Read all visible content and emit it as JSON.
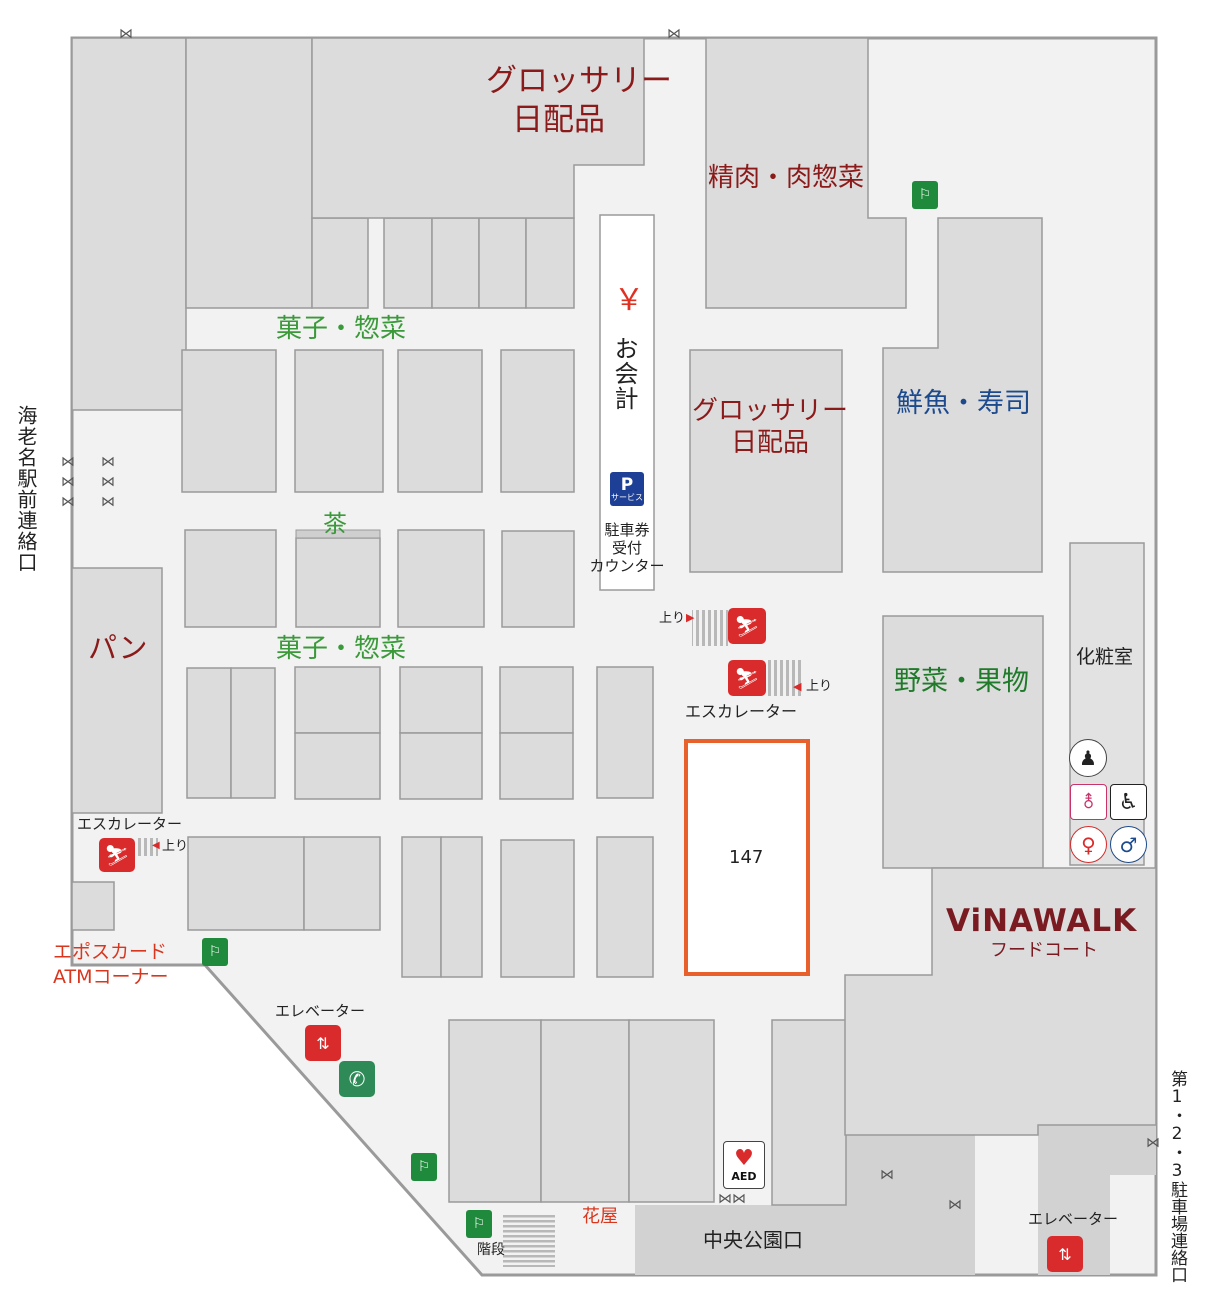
{
  "zones": {
    "grocery_top": [
      "グロッサリー",
      "日配品"
    ],
    "meat": "精肉・肉惣菜",
    "sweets_top": "菓子・惣菜",
    "tea": "茶",
    "sweets_mid": "菓子・惣菜",
    "grocery_mid": [
      "グロッサリー",
      "日配品"
    ],
    "fish": "鮮魚・寿司",
    "bread": "パン",
    "vegetables": "野菜・果物",
    "powder_room": "化粧室",
    "flower": "花屋"
  },
  "checkout": {
    "yen": "￥",
    "label": "お会計",
    "parking_icon": "P",
    "parking_icon_sub": "サービス",
    "parking_lines": [
      "駐車券",
      "受付",
      "カウンター"
    ]
  },
  "escalators": {
    "label": "エスカレーター",
    "up": "上り"
  },
  "elevator_label": "エレベーター",
  "stairs_label": "階段",
  "epos": [
    "エポスカード",
    "ATMコーナー"
  ],
  "vinawalk": {
    "brand": "ViNAWALK",
    "sub": "フードコート"
  },
  "highlight_store": "147",
  "aed": "AED",
  "entrances": {
    "left": "海老名駅前連絡口",
    "right": "第1・2・3駐車場連絡口",
    "bottom": "中央公園口"
  },
  "icons": [
    "exit-icon",
    "escalator-icon",
    "elevator-icon",
    "telephone-icon",
    "aed-icon",
    "nursing-room-icon",
    "baby-change-icon",
    "wheelchair-icon",
    "female-restroom-icon",
    "male-restroom-icon",
    "door-icon"
  ],
  "colors": {
    "shop_fill": "#dcdcdc",
    "floor": "#f2f2f2",
    "wall": "#999999",
    "highlight": "#e8602c",
    "exit_green": "#1f8a3c",
    "facility_red": "#d92b2b"
  }
}
